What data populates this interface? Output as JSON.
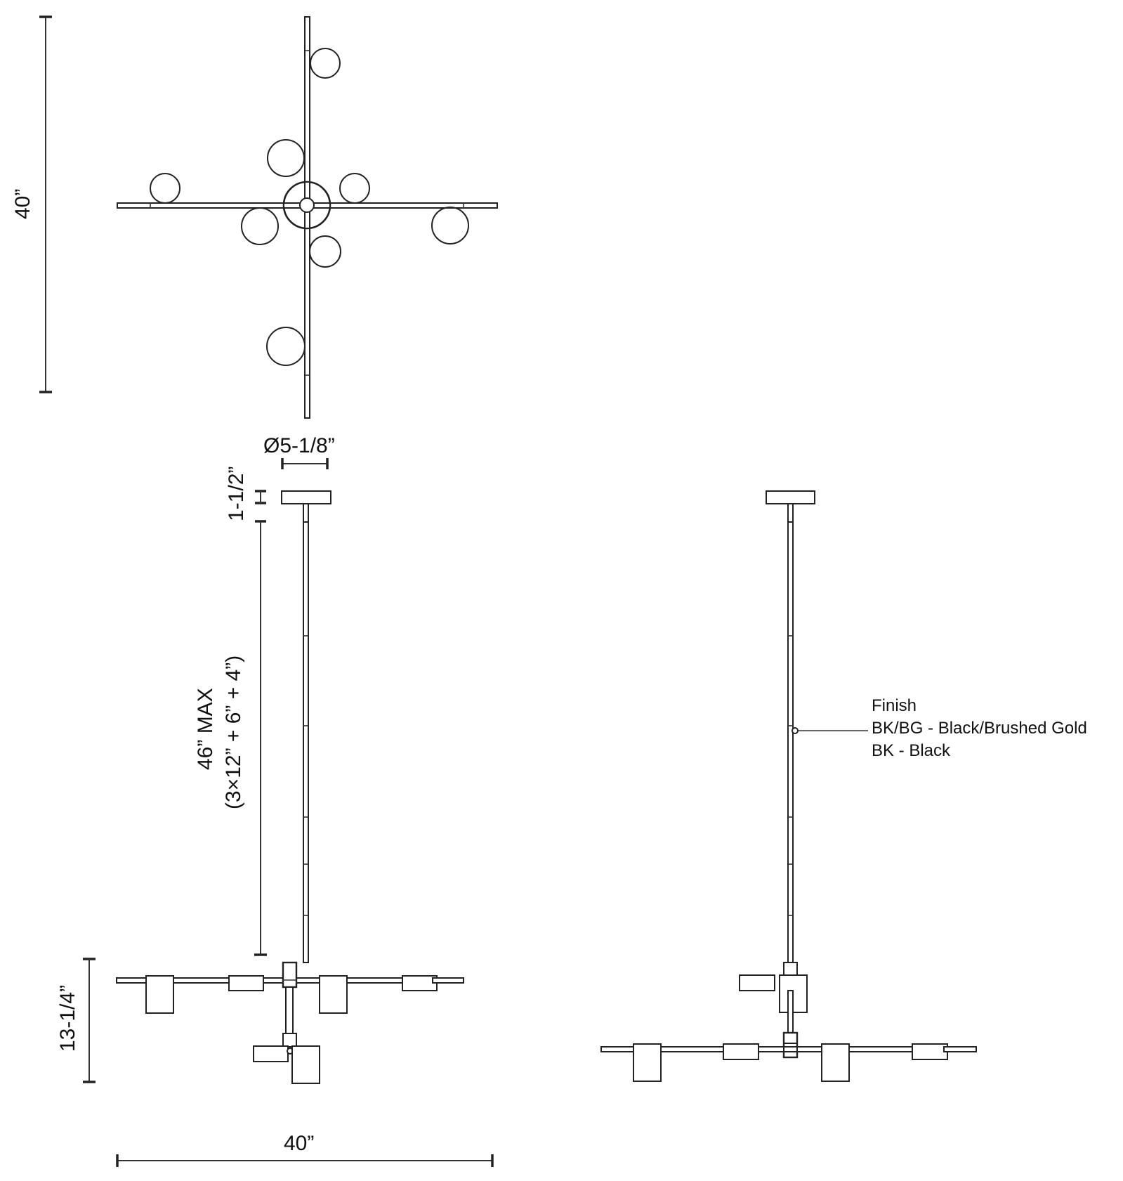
{
  "drawing": {
    "title": "Chandelier dimension drawing",
    "views": [
      "plan-view",
      "front-elevation",
      "side-elevation"
    ]
  },
  "dimensions": {
    "plan_height": "40”",
    "canopy_diameter": "Ø5-1/8”",
    "canopy_height": "1-1/2”",
    "max_drop_line1": "46” MAX",
    "max_drop_line2": "(3×12” + 6” + 4”)",
    "fixture_height": "13-1/4”",
    "fixture_width": "40”"
  },
  "finish_note": {
    "title": "Finish",
    "options": [
      "BK/BG - Black/Brushed Gold",
      "BK - Black"
    ]
  },
  "colors": {
    "line": "#222222",
    "background": "#ffffff"
  }
}
